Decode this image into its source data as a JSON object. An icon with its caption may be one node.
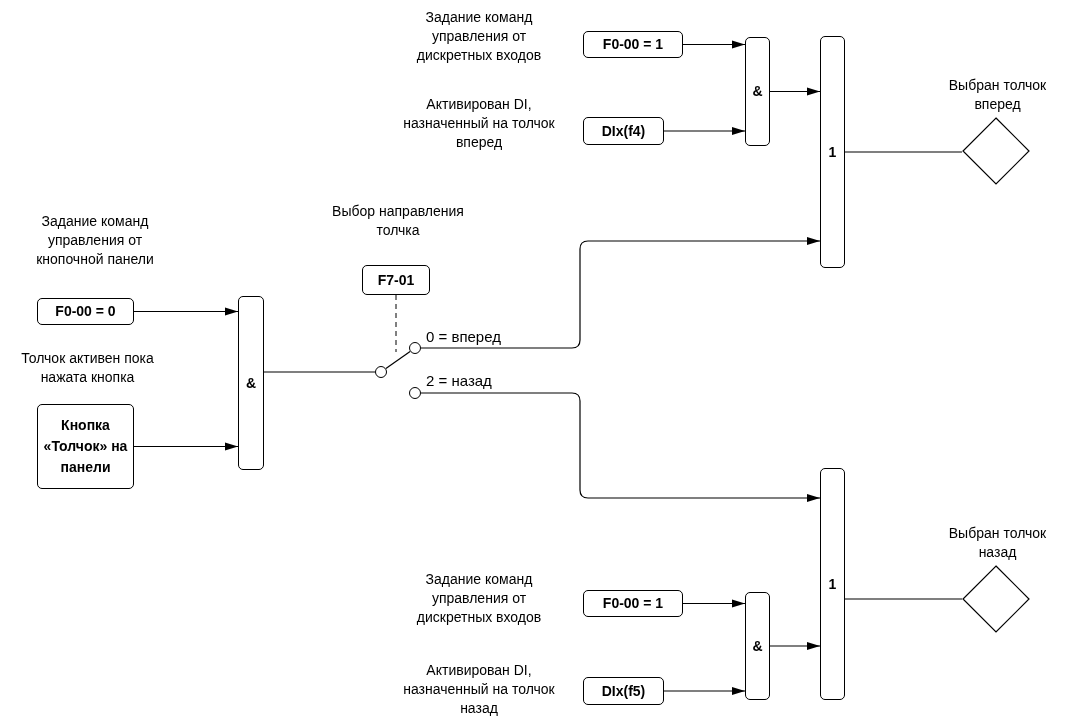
{
  "diagram": {
    "nodes": [
      {
        "text": [
          "F0-00 = 1"
        ],
        "beside": [
          "Задание команд управления от дискретных входов"
        ]
      },
      {
        "text": [
          "DIx(f4)"
        ],
        "beside": [
          "Активирован DI, назначенный на толчок вперед"
        ]
      },
      {
        "text": [
          "&"
        ]
      },
      {
        "text": [
          "1"
        ]
      },
      {
        "text": [],
        "shape": "diamond",
        "beside": [
          "Выбран толчок вперед"
        ]
      },
      {
        "text": [
          "F0-00 = 0"
        ],
        "beside": [
          "Задание команд управления от кнопочной панели"
        ]
      },
      {
        "text": [
          "Кнопка «Толчок» на панели"
        ],
        "beside": [
          "Толчок активен пока нажата кнопка"
        ]
      },
      {
        "text": [
          "&"
        ]
      },
      {
        "text": [
          "F7-01"
        ],
        "beside": [
          "Выбор направления толчка"
        ]
      },
      {
        "text": [],
        "shape": "circle"
      },
      {
        "text": [],
        "shape": "circle"
      },
      {
        "text": [],
        "shape": "circle"
      },
      {
        "text": [
          "1"
        ]
      },
      {
        "text": [],
        "shape": "diamond",
        "beside": [
          "Выбран толчок назад"
        ]
      },
      {
        "text": [
          "F0-00 = 1"
        ],
        "beside": [
          "Задание команд управления от дискретных входов"
        ]
      },
      {
        "text": [
          "DIx(f5)"
        ],
        "beside": [
          "Активирован DI, назначенный на толчок назад"
        ]
      },
      {
        "text": [
          "&"
        ]
      }
    ],
    "edges": [
      {
        "from": 0,
        "to": 2,
        "arrow": "to"
      },
      {
        "from": 1,
        "to": 2,
        "arrow": "to"
      },
      {
        "from": 2,
        "to": 3,
        "arrow": "to"
      },
      {
        "from": 3,
        "to": 4,
        "arrow": "none"
      },
      {
        "from": 5,
        "to": 7,
        "arrow": "to"
      },
      {
        "from": 6,
        "to": 7,
        "arrow": "to"
      },
      {
        "from": 7,
        "to": 9,
        "arrow": "none"
      },
      {
        "from": 9,
        "to": 10,
        "arrow": "none"
      },
      {
        "from": 8,
        "to": null,
        "arrow": "none",
        "style": "dashed"
      },
      {
        "from": 10,
        "to": 3,
        "arrow": "to",
        "label": "0 = вперед"
      },
      {
        "from": 11,
        "to": 12,
        "arrow": "to",
        "label": "2 = назад"
      },
      {
        "from": 14,
        "to": 16,
        "arrow": "to"
      },
      {
        "from": 15,
        "to": 16,
        "arrow": "to"
      },
      {
        "from": 16,
        "to": 12,
        "arrow": "to"
      },
      {
        "from": 12,
        "to": 13,
        "arrow": "none"
      }
    ]
  }
}
